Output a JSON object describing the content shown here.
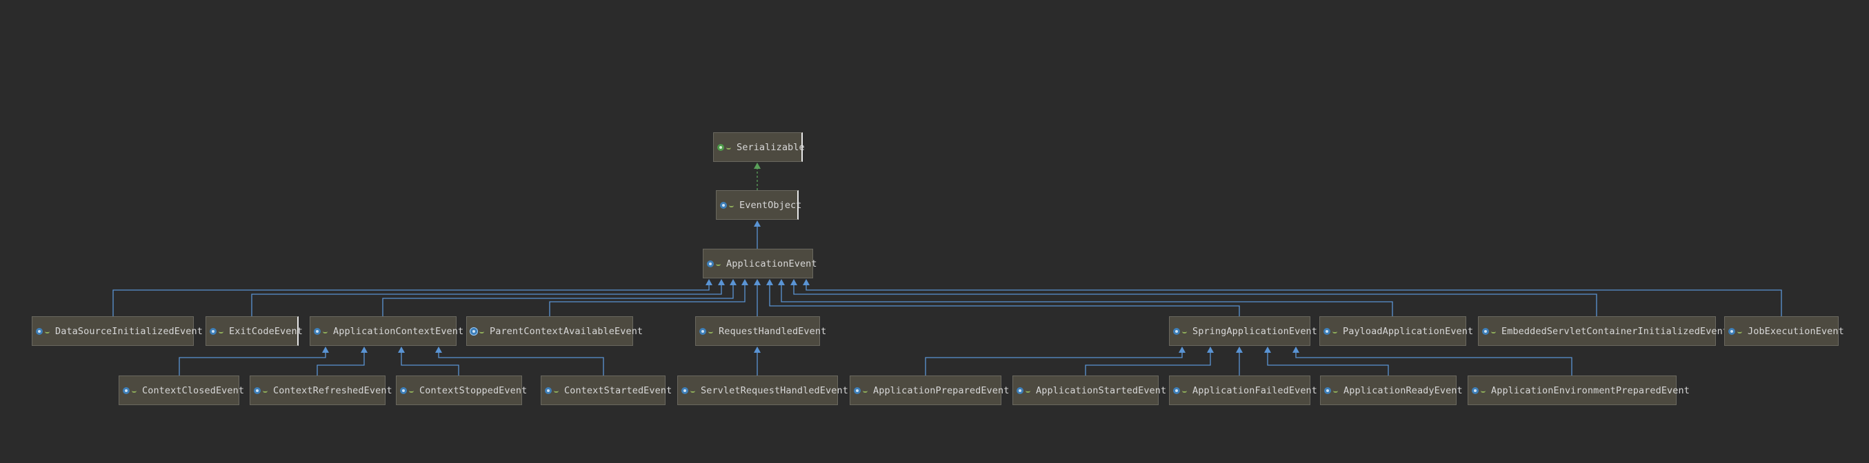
{
  "diagram": {
    "colors": {
      "background": "#2b2b2b",
      "node_fill": "#4d4a40",
      "node_border": "#6a685f",
      "node_text": "#d8d8d8",
      "extends_edge": "#5a94d4",
      "implements_edge": "#5aa05a"
    },
    "nodes": [
      {
        "id": "serializable",
        "label": "Serializable",
        "kind": "interface",
        "icon": "interface-icon"
      },
      {
        "id": "eventobject",
        "label": "EventObject",
        "kind": "class",
        "icon": "class-icon"
      },
      {
        "id": "applicationevent",
        "label": "ApplicationEvent",
        "kind": "class",
        "icon": "class-icon"
      },
      {
        "id": "datasourceinitializedevent",
        "label": "DataSourceInitializedEvent",
        "kind": "class",
        "icon": "class-icon"
      },
      {
        "id": "exitcodeevent",
        "label": "ExitCodeEvent",
        "kind": "class",
        "icon": "class-icon"
      },
      {
        "id": "applicationcontextevent",
        "label": "ApplicationContextEvent",
        "kind": "class",
        "icon": "class-icon"
      },
      {
        "id": "parentcontextavailableevent",
        "label": "ParentContextAvailableEvent",
        "kind": "class",
        "icon": "annotated-class-icon"
      },
      {
        "id": "requesthandledevent",
        "label": "RequestHandledEvent",
        "kind": "class",
        "icon": "class-icon"
      },
      {
        "id": "springapplicationevent",
        "label": "SpringApplicationEvent",
        "kind": "class",
        "icon": "class-icon"
      },
      {
        "id": "payloadapplicationevent",
        "label": "PayloadApplicationEvent",
        "kind": "class",
        "icon": "class-icon"
      },
      {
        "id": "embeddedservletcontainerinitializedevent",
        "label": "EmbeddedServletContainerInitializedEvent",
        "kind": "class",
        "icon": "class-icon"
      },
      {
        "id": "jobexecutionevent",
        "label": "JobExecutionEvent",
        "kind": "class",
        "icon": "class-icon"
      },
      {
        "id": "contextclosedevent",
        "label": "ContextClosedEvent",
        "kind": "class",
        "icon": "class-icon"
      },
      {
        "id": "contextrefreshedevent",
        "label": "ContextRefreshedEvent",
        "kind": "class",
        "icon": "class-icon"
      },
      {
        "id": "contextstoppedevent",
        "label": "ContextStoppedEvent",
        "kind": "class",
        "icon": "class-icon"
      },
      {
        "id": "contextstartedevent",
        "label": "ContextStartedEvent",
        "kind": "class",
        "icon": "class-icon"
      },
      {
        "id": "servletrequesthandledevent",
        "label": "ServletRequestHandledEvent",
        "kind": "class",
        "icon": "class-icon"
      },
      {
        "id": "applicationpreparedevent",
        "label": "ApplicationPreparedEvent",
        "kind": "class",
        "icon": "class-icon"
      },
      {
        "id": "applicationstartedevent",
        "label": "ApplicationStartedEvent",
        "kind": "class",
        "icon": "class-icon"
      },
      {
        "id": "applicationfailedevent",
        "label": "ApplicationFailedEvent",
        "kind": "class",
        "icon": "class-icon"
      },
      {
        "id": "applicationreadyevent",
        "label": "ApplicationReadyEvent",
        "kind": "class",
        "icon": "class-icon"
      },
      {
        "id": "applicationenvironmentpreparedevent",
        "label": "ApplicationEnvironmentPreparedEvent",
        "kind": "class",
        "icon": "class-icon"
      }
    ],
    "edges": [
      {
        "from": "eventobject",
        "to": "serializable",
        "type": "implements"
      },
      {
        "from": "applicationevent",
        "to": "eventobject",
        "type": "extends"
      },
      {
        "from": "datasourceinitializedevent",
        "to": "applicationevent",
        "type": "extends"
      },
      {
        "from": "exitcodeevent",
        "to": "applicationevent",
        "type": "extends"
      },
      {
        "from": "applicationcontextevent",
        "to": "applicationevent",
        "type": "extends"
      },
      {
        "from": "parentcontextavailableevent",
        "to": "applicationevent",
        "type": "extends"
      },
      {
        "from": "requesthandledevent",
        "to": "applicationevent",
        "type": "extends"
      },
      {
        "from": "springapplicationevent",
        "to": "applicationevent",
        "type": "extends"
      },
      {
        "from": "payloadapplicationevent",
        "to": "applicationevent",
        "type": "extends"
      },
      {
        "from": "embeddedservletcontainerinitializedevent",
        "to": "applicationevent",
        "type": "extends"
      },
      {
        "from": "jobexecutionevent",
        "to": "applicationevent",
        "type": "extends"
      },
      {
        "from": "contextclosedevent",
        "to": "applicationcontextevent",
        "type": "extends"
      },
      {
        "from": "contextrefreshedevent",
        "to": "applicationcontextevent",
        "type": "extends"
      },
      {
        "from": "contextstoppedevent",
        "to": "applicationcontextevent",
        "type": "extends"
      },
      {
        "from": "contextstartedevent",
        "to": "applicationcontextevent",
        "type": "extends"
      },
      {
        "from": "servletrequesthandledevent",
        "to": "requesthandledevent",
        "type": "extends"
      },
      {
        "from": "applicationpreparedevent",
        "to": "springapplicationevent",
        "type": "extends"
      },
      {
        "from": "applicationstartedevent",
        "to": "springapplicationevent",
        "type": "extends"
      },
      {
        "from": "applicationfailedevent",
        "to": "springapplicationevent",
        "type": "extends"
      },
      {
        "from": "applicationreadyevent",
        "to": "springapplicationevent",
        "type": "extends"
      },
      {
        "from": "applicationenvironmentpreparedevent",
        "to": "springapplicationevent",
        "type": "extends"
      }
    ]
  }
}
